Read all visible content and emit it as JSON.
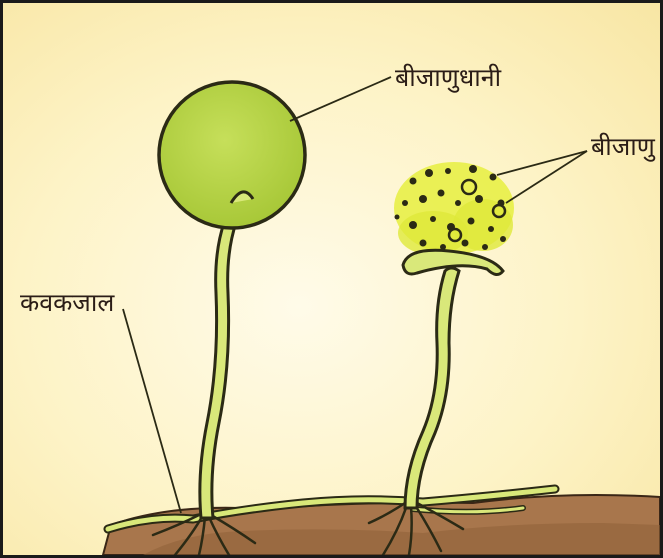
{
  "labels": {
    "sporangium": "बीजाणुधानी",
    "spores": "बीजाणु",
    "mycelium": "कवकजाल"
  },
  "colors": {
    "background": "#fdf3c6",
    "sporangium_fill": "#b6d444",
    "hypha_fill": "#d9e87a",
    "spore_fill": "#e6ee40",
    "soil": "#a8764c",
    "outline": "#2b2a15"
  }
}
